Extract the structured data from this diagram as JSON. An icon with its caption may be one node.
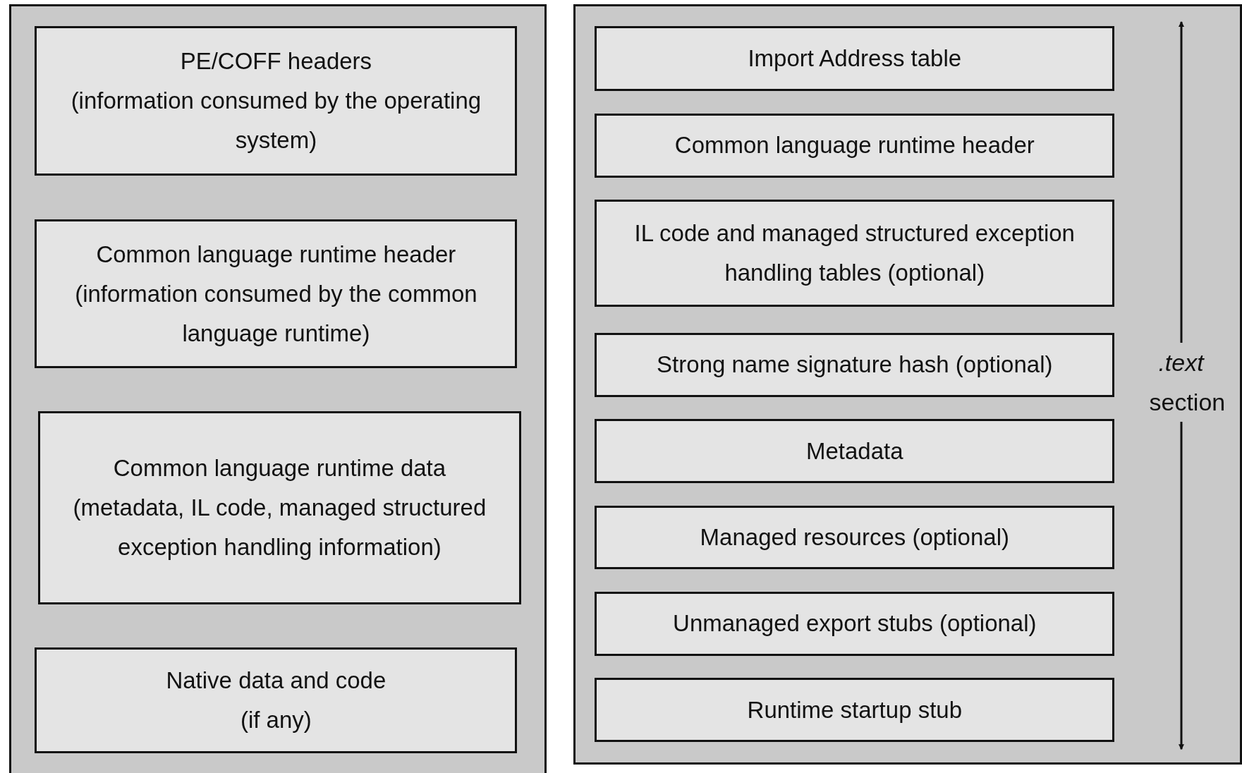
{
  "diagram": {
    "nodes": [
      {
        "text": [],
        "shape": "box"
      },
      {
        "text": [
          "PE/COFF headers",
          "(information consumed by the operating system)"
        ],
        "in": 0
      },
      {
        "text": [
          "Common language runtime header",
          "(information consumed by the common language runtime)"
        ],
        "in": 0
      },
      {
        "text": [
          "Common language runtime data",
          "(metadata, IL code, managed structured exception handling information)"
        ],
        "in": 0
      },
      {
        "text": [
          "Native data and code",
          "(if any)"
        ],
        "in": 0
      },
      {
        "text": [],
        "shape": "box"
      },
      {
        "text": [
          "Import Address table"
        ],
        "in": 5
      },
      {
        "text": [
          "Common language runtime header"
        ],
        "in": 5
      },
      {
        "text": [
          "IL code and managed structured exception handling tables (optional)"
        ],
        "in": 5
      },
      {
        "text": [
          "Strong name signature hash (optional)"
        ],
        "in": 5
      },
      {
        "text": [
          "Metadata"
        ],
        "in": 5
      },
      {
        "text": [
          "Managed resources (optional)"
        ],
        "in": 5
      },
      {
        "text": [
          "Unmanaged export stubs (optional)"
        ],
        "in": 5
      },
      {
        "text": [
          "Runtime startup stub"
        ],
        "in": 5
      }
    ],
    "edges": [],
    "labels": [
      "*.text* section"
    ]
  }
}
